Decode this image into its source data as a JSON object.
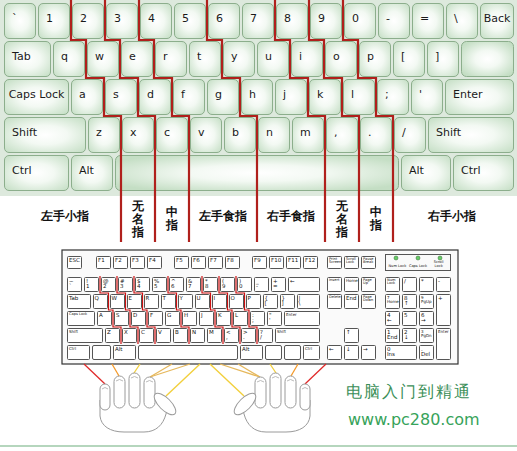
{
  "diagram": {
    "nodes": [
      {
        "text": [
          "`"
        ]
      },
      {
        "text": [
          "1"
        ]
      },
      {
        "text": [
          "2"
        ]
      },
      {
        "text": [
          "3"
        ]
      },
      {
        "text": [
          "4"
        ]
      },
      {
        "text": [
          "5"
        ]
      },
      {
        "text": [
          "6"
        ]
      },
      {
        "text": [
          "7"
        ]
      },
      {
        "text": [
          "8"
        ]
      },
      {
        "text": [
          "9"
        ]
      },
      {
        "text": [
          "0"
        ]
      },
      {
        "text": [
          "-"
        ]
      },
      {
        "text": [
          "="
        ]
      },
      {
        "text": [
          "\\"
        ]
      },
      {
        "text": [
          "Back"
        ]
      },
      {
        "text": [
          "Tab"
        ]
      },
      {
        "text": [
          "q"
        ]
      },
      {
        "text": [
          "w"
        ]
      },
      {
        "text": [
          "e"
        ]
      },
      {
        "text": [
          "r"
        ]
      },
      {
        "text": [
          "t"
        ]
      },
      {
        "text": [
          "y"
        ]
      },
      {
        "text": [
          "u"
        ]
      },
      {
        "text": [
          "i"
        ]
      },
      {
        "text": [
          "o"
        ]
      },
      {
        "text": [
          "p"
        ]
      },
      {
        "text": [
          "["
        ]
      },
      {
        "text": [
          "]"
        ]
      },
      {
        "text": [
          "Caps Lock"
        ]
      },
      {
        "text": [
          "a"
        ]
      },
      {
        "text": [
          "s"
        ]
      },
      {
        "text": [
          "d"
        ]
      },
      {
        "text": [
          "f"
        ]
      },
      {
        "text": [
          "g"
        ]
      },
      {
        "text": [
          "h"
        ]
      },
      {
        "text": [
          "j"
        ]
      },
      {
        "text": [
          "k"
        ]
      },
      {
        "text": [
          "l"
        ]
      },
      {
        "text": [
          ";"
        ]
      },
      {
        "text": [
          "'"
        ]
      },
      {
        "text": [
          "Enter"
        ]
      },
      {
        "text": [
          "Shift"
        ]
      },
      {
        "text": [
          "z"
        ]
      },
      {
        "text": [
          "x"
        ]
      },
      {
        "text": [
          "c"
        ]
      },
      {
        "text": [
          "v"
        ]
      },
      {
        "text": [
          "b"
        ]
      },
      {
        "text": [
          "n"
        ]
      },
      {
        "text": [
          "m"
        ]
      },
      {
        "text": [
          ","
        ]
      },
      {
        "text": [
          "."
        ]
      },
      {
        "text": [
          "/"
        ]
      },
      {
        "text": [
          "Shift"
        ]
      },
      {
        "text": [
          "Ctrl"
        ]
      },
      {
        "text": [
          "Alt"
        ]
      },
      {
        "text": [
          "Alt"
        ]
      },
      {
        "text": [
          "Ctrl"
        ]
      },
      {
        "text": [
          "ESC"
        ]
      },
      {
        "text": [
          "F1"
        ]
      },
      {
        "text": [
          "F2"
        ]
      },
      {
        "text": [
          "F3"
        ]
      },
      {
        "text": [
          "F4"
        ]
      },
      {
        "text": [
          "F5"
        ]
      },
      {
        "text": [
          "F6"
        ]
      },
      {
        "text": [
          "F7"
        ]
      },
      {
        "text": [
          "F8"
        ]
      },
      {
        "text": [
          "F9"
        ]
      },
      {
        "text": [
          "F10"
        ]
      },
      {
        "text": [
          "F11"
        ]
      },
      {
        "text": [
          "F12"
        ]
      },
      {
        "text": [
          "Print Screen"
        ]
      },
      {
        "text": [
          "Scroll Lock"
        ]
      },
      {
        "text": [
          "Pause Break"
        ]
      },
      {
        "text": [
          "Num Lock",
          "Caps Lock",
          "Scroll Lock"
        ]
      },
      {
        "text": [
          "~",
          "`"
        ]
      },
      {
        "text": [
          "!",
          "1"
        ]
      },
      {
        "text": [
          "@",
          "2"
        ]
      },
      {
        "text": [
          "#",
          "3"
        ]
      },
      {
        "text": [
          "$",
          "4"
        ]
      },
      {
        "text": [
          "%",
          "5"
        ]
      },
      {
        "text": [
          "^",
          "6"
        ]
      },
      {
        "text": [
          "&",
          "7"
        ]
      },
      {
        "text": [
          "*",
          "8"
        ]
      },
      {
        "text": [
          "(",
          "9"
        ]
      },
      {
        "text": [
          ")",
          "0"
        ]
      },
      {
        "text": [
          "_",
          "-"
        ]
      },
      {
        "text": [
          "+",
          "="
        ]
      },
      {
        "text": [
          "←"
        ]
      },
      {
        "text": [
          "Insert"
        ]
      },
      {
        "text": [
          "Home"
        ]
      },
      {
        "text": [
          "Page Up"
        ]
      },
      {
        "text": [
          "Num Lock"
        ]
      },
      {
        "text": [
          "/"
        ]
      },
      {
        "text": [
          "*"
        ]
      },
      {
        "text": [
          "-"
        ]
      },
      {
        "text": [
          "Tab"
        ]
      },
      {
        "text": [
          "Q"
        ]
      },
      {
        "text": [
          "W"
        ]
      },
      {
        "text": [
          "E"
        ]
      },
      {
        "text": [
          "R"
        ]
      },
      {
        "text": [
          "T"
        ]
      },
      {
        "text": [
          "Y"
        ]
      },
      {
        "text": [
          "U"
        ]
      },
      {
        "text": [
          "I"
        ]
      },
      {
        "text": [
          "O"
        ]
      },
      {
        "text": [
          "P"
        ]
      },
      {
        "text": [
          "{",
          "["
        ]
      },
      {
        "text": [
          "}",
          "]"
        ]
      },
      {
        "text": [
          "|",
          "\\"
        ]
      },
      {
        "text": [
          "Delete"
        ]
      },
      {
        "text": [
          "End"
        ]
      },
      {
        "text": [
          "Page Down"
        ]
      },
      {
        "text": [
          "7",
          "Home"
        ]
      },
      {
        "text": [
          "8",
          "↑"
        ]
      },
      {
        "text": [
          "9",
          "PgUp"
        ]
      },
      {
        "text": [
          "+"
        ]
      },
      {
        "text": [
          "Caps Lock"
        ]
      },
      {
        "text": [
          "A"
        ]
      },
      {
        "text": [
          "S"
        ]
      },
      {
        "text": [
          "D"
        ]
      },
      {
        "text": [
          "F"
        ]
      },
      {
        "text": [
          "G"
        ]
      },
      {
        "text": [
          "H"
        ]
      },
      {
        "text": [
          "J"
        ]
      },
      {
        "text": [
          "K"
        ]
      },
      {
        "text": [
          "L"
        ]
      },
      {
        "text": [
          ":",
          ";"
        ]
      },
      {
        "text": [
          "\"",
          "'"
        ]
      },
      {
        "text": [
          "Enter"
        ]
      },
      {
        "text": [
          "4",
          "←"
        ]
      },
      {
        "text": [
          "5"
        ]
      },
      {
        "text": [
          "6",
          "→"
        ]
      },
      {
        "text": [
          "Shift"
        ]
      },
      {
        "text": [
          "Z"
        ]
      },
      {
        "text": [
          "X"
        ]
      },
      {
        "text": [
          "C"
        ]
      },
      {
        "text": [
          "V"
        ]
      },
      {
        "text": [
          "B"
        ]
      },
      {
        "text": [
          "N"
        ]
      },
      {
        "text": [
          "M"
        ]
      },
      {
        "text": [
          "<",
          ","
        ]
      },
      {
        "text": [
          ">",
          "."
        ]
      },
      {
        "text": [
          "?",
          "/"
        ]
      },
      {
        "text": [
          "Shift"
        ]
      },
      {
        "text": [
          "↑"
        ]
      },
      {
        "text": [
          "1",
          "End"
        ]
      },
      {
        "text": [
          "2",
          "↓"
        ]
      },
      {
        "text": [
          "3",
          "PgDn"
        ]
      },
      {
        "text": [
          "Enter"
        ]
      },
      {
        "text": [
          "Ctrl"
        ]
      },
      {
        "text": [
          "Alt"
        ]
      },
      {
        "text": [
          "Alt"
        ]
      },
      {
        "text": [
          "Ctrl"
        ]
      },
      {
        "text": [
          "←"
        ]
      },
      {
        "text": [
          "↓"
        ]
      },
      {
        "text": [
          "→"
        ]
      },
      {
        "text": [
          "0",
          "Ins"
        ]
      },
      {
        "text": [
          ".",
          "Del"
        ]
      }
    ],
    "labels": [
      "左手小指",
      "无名指",
      "中指",
      "左手食指",
      "右手食指",
      "无名指",
      "中指",
      "右手小指",
      "电脑入门到精通",
      "www.pc280.com"
    ]
  }
}
